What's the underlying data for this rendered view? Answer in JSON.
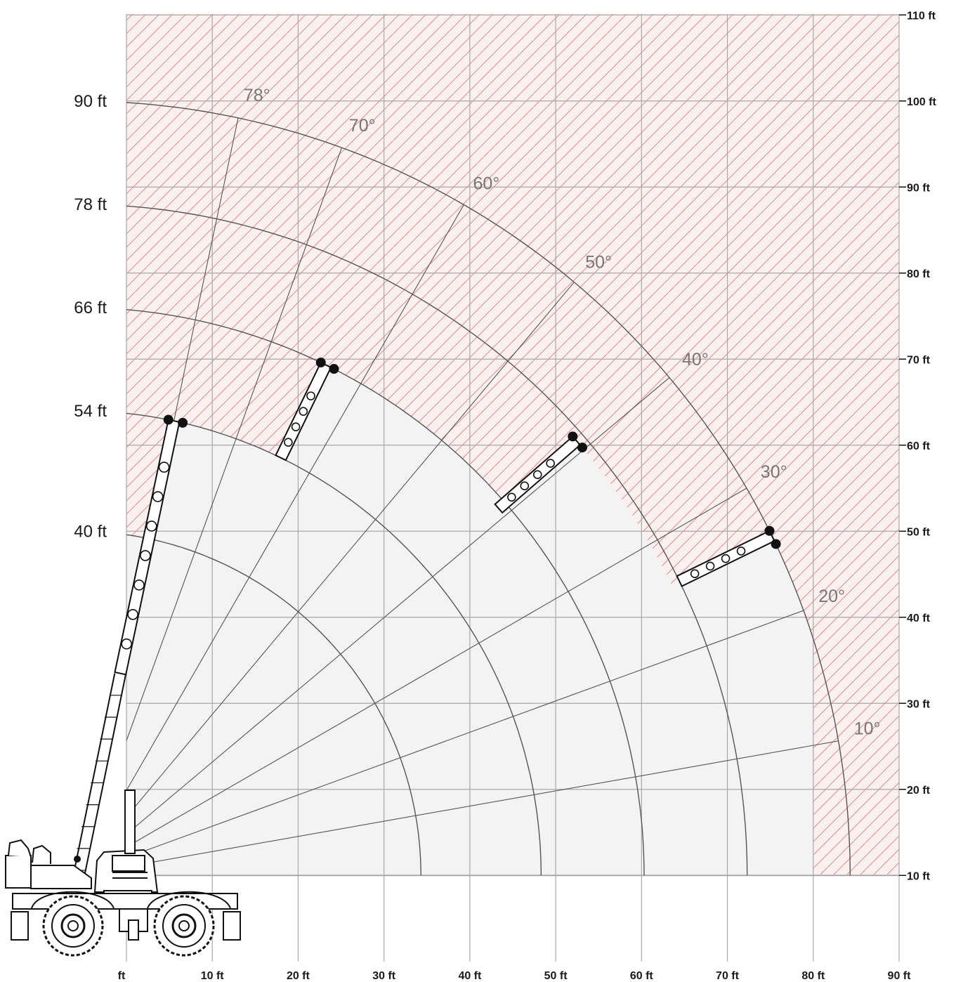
{
  "colors": {
    "hatch": "#e08a8a",
    "hatch_fill": "#fbf0f0",
    "work_area": "#f3f3f3",
    "grid": "#a8a8a8",
    "arc": "#555555",
    "ray": "#555555",
    "ink": "#111111"
  },
  "chart_data": {
    "type": "range-diagram",
    "x_axis": {
      "unit": "ft",
      "range": [
        0,
        90
      ],
      "tick_labels": [
        "ft",
        "10 ft",
        "20 ft",
        "30 ft",
        "40 ft",
        "50 ft",
        "60 ft",
        "70 ft",
        "80 ft",
        "90 ft"
      ]
    },
    "y_axis": {
      "unit": "ft",
      "range": [
        0,
        110
      ],
      "position": "right",
      "tick_labels": [
        "10 ft",
        "20 ft",
        "30 ft",
        "40 ft",
        "50 ft",
        "60 ft",
        "70 ft",
        "80 ft",
        "90 ft",
        "100 ft",
        "110 ft"
      ]
    },
    "pivot": {
      "x": -5.7,
      "y": 10
    },
    "boom_lengths": [
      {
        "label": "40 ft",
        "value": 40
      },
      {
        "label": "54 ft",
        "value": 54
      },
      {
        "label": "66 ft",
        "value": 66
      },
      {
        "label": "78 ft",
        "value": 78
      },
      {
        "label": "90 ft",
        "value": 90
      }
    ],
    "boom_angles": [
      {
        "label": "10°",
        "value": 10
      },
      {
        "label": "20°",
        "value": 20
      },
      {
        "label": "30°",
        "value": 30
      },
      {
        "label": "40°",
        "value": 40
      },
      {
        "label": "50°",
        "value": 50
      },
      {
        "label": "60°",
        "value": 60
      },
      {
        "label": "70°",
        "value": 70
      },
      {
        "label": "78°",
        "value": 78
      }
    ],
    "booms_shown": [
      {
        "angle": 78,
        "length": 54
      },
      {
        "angle": 64,
        "length": 66
      },
      {
        "angle": 41,
        "length": 77
      },
      {
        "angle": 26,
        "length": 90
      }
    ],
    "max_radius": 80,
    "grid": true
  }
}
